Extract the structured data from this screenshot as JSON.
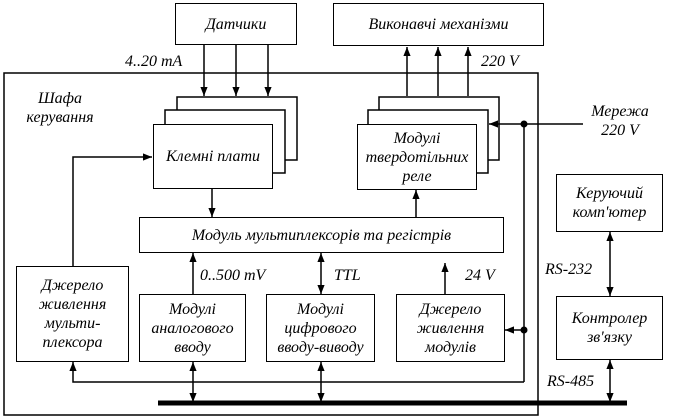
{
  "diagram": {
    "blocks": {
      "sensors": "Датчики",
      "actuators": "Виконавчі механізми",
      "terminal_boards": "Клемні плати",
      "solid_state_modules": "Модулі\nтвердотільних\nреле",
      "multiplexer": "Модуль мультиплексорів та регістрів",
      "mux_power": "Джерело\nживлення\nмульти-\nплексора",
      "analog_input": "Модулі\nаналогового\nвводу",
      "digital_io": "Модулі\nцифрового\nвводу-виводу",
      "module_power": "Джерело\nживлення\nмодулів",
      "control_computer": "Керуючий\nкомп'ютер",
      "comm_controller": "Контролер\nзв'язку"
    },
    "labels": {
      "cabinet": "Шафа\nкерування",
      "current_range": "4..20 mA",
      "actuator_voltage": "220 V",
      "mains": "Мережа\n220 V",
      "analog_range": "0..500 mV",
      "ttl": "TTL",
      "module_voltage": "24 V",
      "rs232": "RS-232",
      "rs485": "RS-485"
    }
  }
}
